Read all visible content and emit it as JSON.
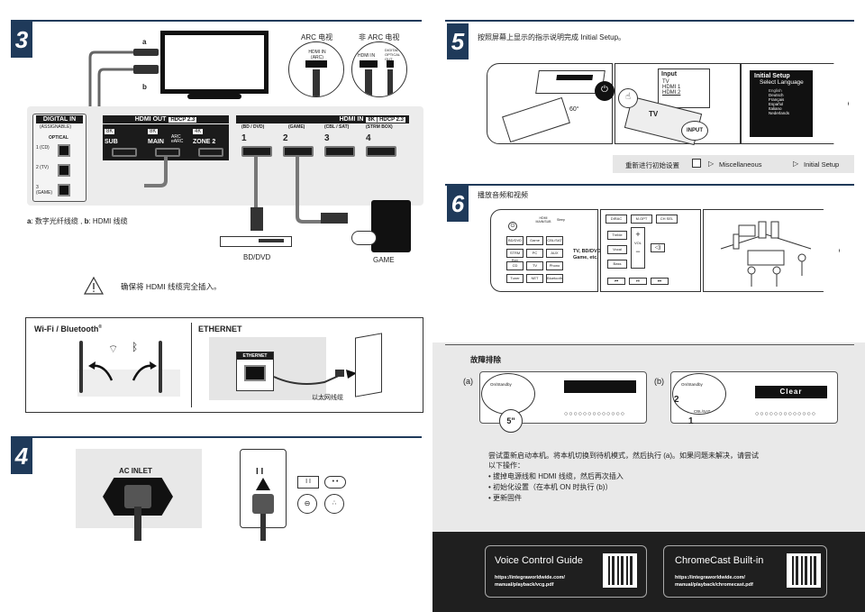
{
  "step3": {
    "badge": "3",
    "tv_labels": {
      "a": "a",
      "b": "b"
    },
    "arc_tv": "ARC 电视",
    "non_arc_tv": "非 ARC 电视",
    "hdmi_in_arc": "HDMI IN (ARC)",
    "hdmi_in": "HDMI IN",
    "digital_optical_out": "DIGITAL OPTICAL OUT",
    "digital_in": "DIGITAL IN",
    "assignable": "(ASSIGNABLE)",
    "optical": "OPTICAL",
    "optical_ports": [
      "1 (CD)",
      "2 (TV)",
      "3 (GAME)"
    ],
    "hdmi_out": "HDMI OUT",
    "hdcp_out": "HDCP 2.3",
    "hdmi_in_title": "HDMI IN",
    "hdcp_in": "8K | HDCP 2.3",
    "out_ports": [
      {
        "badge": "8K",
        "name": "SUB",
        "extra": ""
      },
      {
        "badge": "8K",
        "name": "MAIN",
        "extra": "ARC eARC"
      },
      {
        "badge": "4K",
        "name": "ZONE 2",
        "extra": ""
      }
    ],
    "in_ports": [
      {
        "num": "1",
        "name": "(BD / DVD)"
      },
      {
        "num": "2",
        "name": "(GAME)"
      },
      {
        "num": "3",
        "name": "(CBL / SAT)"
      },
      {
        "num": "4",
        "name": "(STRM BOX)"
      }
    ],
    "cable_note_a": "a",
    "cable_note_a_text": ": 数字光纤线缆 ,",
    "cable_note_b": "b",
    "cable_note_b_text": ": HDMI 线缆",
    "bd_dvd": "BD/DVD",
    "game": "GAME",
    "warning": "确保将 HDMI 线缆完全插入。"
  },
  "network": {
    "wifi_bt": "Wi-Fi / Bluetooth",
    "reg": "®",
    "ethernet": "ETHERNET",
    "ethernet_port": "ETHERNET",
    "cable_label": "以太网线缆"
  },
  "step4": {
    "badge": "4",
    "ac_inlet": "AC INLET"
  },
  "step5": {
    "badge": "5",
    "instruction": "按照屏幕上显示的指示说明完成 Initial Setup。",
    "angle": "60°",
    "input_menu_title": "Input",
    "input_menu_items": [
      "TV",
      "HDMI 1",
      "HDMI 2"
    ],
    "tv_key": "TV",
    "input_key": "INPUT",
    "setup_title": "Initial Setup",
    "select_language": "Select Language",
    "languages": [
      "English",
      "Deutsch",
      "Français",
      "Español",
      "Italiano",
      "Nederlands"
    ],
    "reset_text": "重新进行初始设置",
    "menu_path": [
      "Miscellaneous",
      "Initial Setup"
    ]
  },
  "step6": {
    "badge": "6",
    "title": "播放音频和视频",
    "remote_top": [
      "HDMI MAIN/SUB",
      "Sleep"
    ],
    "source_buttons": [
      "BD/DVD",
      "Game",
      "CBL/SAT",
      "STRM Box",
      "PC",
      "AUX",
      "CD",
      "TV",
      "Phono",
      "Tuner",
      "NET",
      "Bluetooth"
    ],
    "sources_label": "TV, BD/DVD, Game, etc.",
    "mode_buttons": [
      "DIRAC",
      "M.OPT",
      "CH SEL"
    ],
    "side_buttons": [
      "Treble",
      "Vocal",
      "Bass"
    ],
    "vol": "VOL"
  },
  "trouble": {
    "title": "故障排除",
    "a": "(a)",
    "b": "(b)",
    "onstandby": "On/Standby",
    "seconds": "5\"",
    "clear": "Clear",
    "cbl_sat": "CBL/SAT",
    "step1": "1",
    "step2": "2",
    "text1": "尝试重新启动本机。将本机切换到待机模式，然后执行 (a)。如果问题未解决，请尝试",
    "text2": "以下操作：",
    "bullets": [
      "拔掉电源线和 HDMI 线缆，然后再次插入",
      "初始化设置（在本机 ON 时执行 (b)）",
      "更新固件"
    ]
  },
  "footer": {
    "vcg_title": "Voice Control Guide",
    "vcg_url1": "https://integraworldwide.com/",
    "vcg_url2": "manual/playback/vcg.pdf",
    "cc_title": "ChromeCast Built-in",
    "cc_url1": "https://integraworldwide.com/",
    "cc_url2": "manual/playback/chromecast.pdf"
  }
}
